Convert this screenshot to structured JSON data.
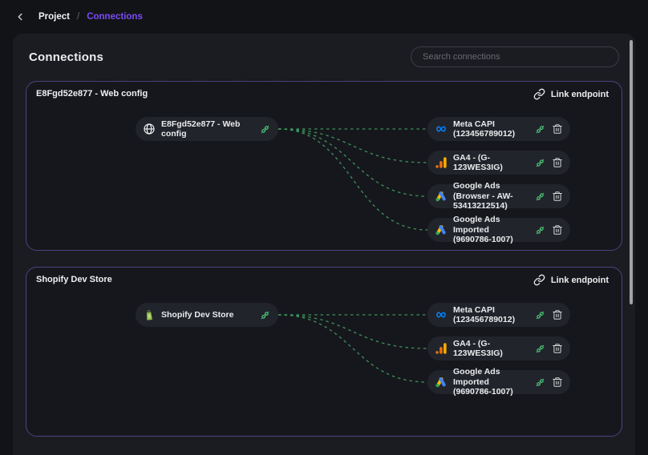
{
  "breadcrumb": {
    "project": "Project",
    "separator": "/",
    "current": "Connections"
  },
  "panel": {
    "title": "Connections",
    "search_placeholder": "Search connections"
  },
  "cards": [
    {
      "title": "E8Fgd52e877 - Web config",
      "link_endpoint_label": "Link endpoint",
      "source": {
        "icon": "globe",
        "label": "E8Fgd52e877 - Web config"
      },
      "destinations": [
        {
          "icon": "meta",
          "label": "Meta CAPI (123456789012)"
        },
        {
          "icon": "ga4",
          "label": "GA4 - (G-123WES3IG)"
        },
        {
          "icon": "google-ads",
          "label": "Google Ads (Browser - AW-53413212514)"
        },
        {
          "icon": "google-ads",
          "label": "Google Ads Imported (9690786-1007)"
        }
      ]
    },
    {
      "title": "Shopify Dev Store",
      "link_endpoint_label": "Link endpoint",
      "source": {
        "icon": "shopify",
        "label": "Shopify Dev Store"
      },
      "destinations": [
        {
          "icon": "meta",
          "label": "Meta CAPI (123456789012)"
        },
        {
          "icon": "ga4",
          "label": "GA4 - (G-123WES3IG)"
        },
        {
          "icon": "google-ads",
          "label": "Google Ads Imported (9690786-1007)"
        }
      ]
    }
  ],
  "colors": {
    "accent_purple": "#7b4bf5",
    "card_border": "#4b4382",
    "connector_green": "#3fa164",
    "plug_green": "#4ecb79",
    "meta_blue": "#0082fb",
    "ga_orange": "#e8710a",
    "ga_amber": "#f9ab00",
    "ads_blue": "#4285f4",
    "ads_yellow": "#fbbc04",
    "ads_green": "#34a853",
    "shopify_green": "#95bf47"
  }
}
